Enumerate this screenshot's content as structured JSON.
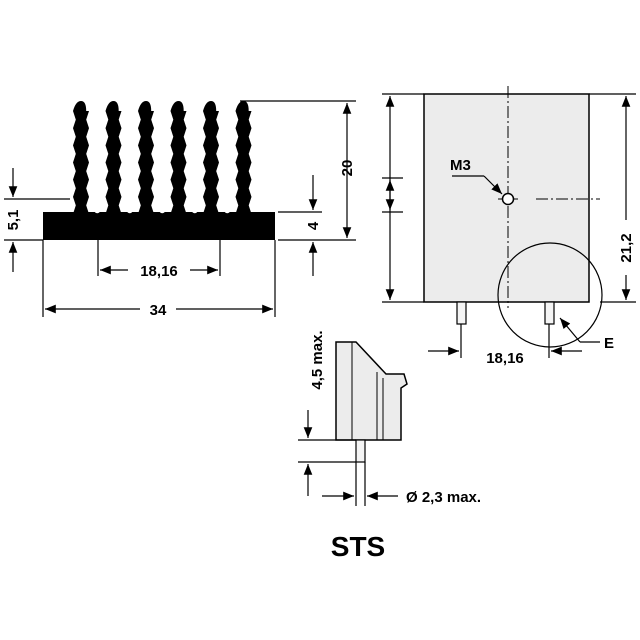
{
  "colors": {
    "ink": "#000000",
    "body_fill": "#ececec",
    "face_fill": "#f4f4f4",
    "background": "#ffffff"
  },
  "front_view": {
    "fin_count": 6,
    "dim_height_total": "20",
    "dim_base_thickness": "4",
    "dim_left_height": "5,1",
    "dim_pin_spacing": "18,16",
    "dim_width": "34"
  },
  "side_view": {
    "thread_label": "M3",
    "dim_height": "21,2",
    "dim_pin_spacing": "18,16",
    "detail_label": "E"
  },
  "detail_view": {
    "dim_pin_length": "4,5 max.",
    "dim_pin_diameter": "Ø 2,3 max."
  },
  "title": "STS"
}
